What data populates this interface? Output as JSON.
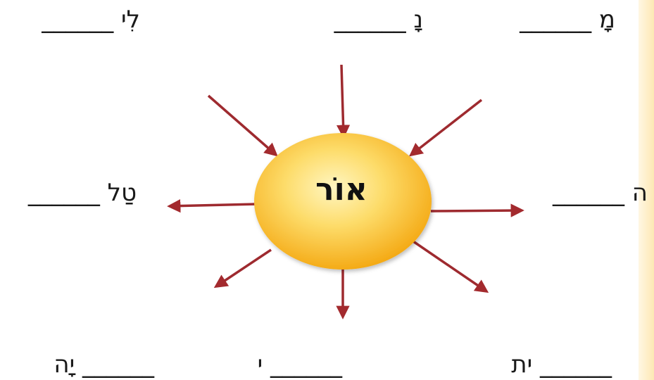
{
  "colors": {
    "arrow": "#9e2a2f",
    "arrow_head": "#a32a2e",
    "sun_center": "#fff4b3",
    "sun_edge": "#f4a812",
    "page_edge": "#fde8b4"
  },
  "center_word": "אוֹר",
  "slots": {
    "top_right": "מָ ______",
    "top_center": "נָ ______",
    "top_left": "לִי ______",
    "mid_left": "טַל ______",
    "mid_right": "ה ______",
    "bottom_left": "______ יָה",
    "bottom_center": "______ י",
    "bottom_right": "______ ית"
  }
}
